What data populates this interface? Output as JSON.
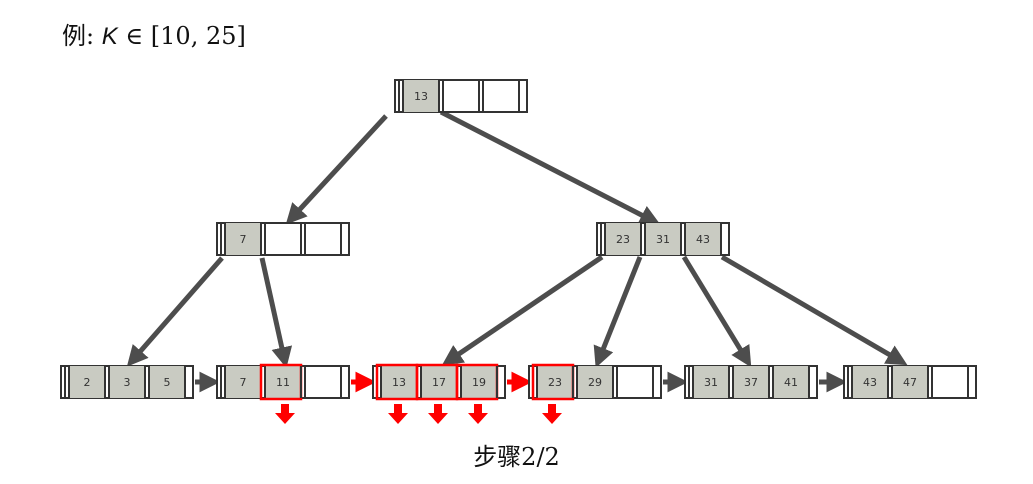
{
  "title": {
    "prefix": "例:",
    "variable": "K",
    "relation": "∈",
    "range": "[10, 25]"
  },
  "caption": "步骤2/2",
  "colors": {
    "cell": "#c9cbc2",
    "border": "#333333",
    "highlight": "#ff0000",
    "edge": "#4d4d4d"
  },
  "tree": {
    "root": {
      "keys": [
        "13"
      ]
    },
    "internal": [
      {
        "keys": [
          "7"
        ]
      },
      {
        "keys": [
          "23",
          "31",
          "43"
        ]
      }
    ],
    "leaves": [
      {
        "keys": [
          "2",
          "3",
          "5"
        ]
      },
      {
        "keys": [
          "7",
          "11"
        ],
        "highlighted_keys": [
          "11"
        ]
      },
      {
        "keys": [
          "13",
          "17",
          "19"
        ],
        "highlighted_keys": [
          "13",
          "17",
          "19"
        ]
      },
      {
        "keys": [
          "23",
          "29"
        ],
        "highlighted_keys": [
          "23"
        ]
      },
      {
        "keys": [
          "31",
          "37",
          "41"
        ]
      },
      {
        "keys": [
          "43",
          "47"
        ]
      }
    ]
  },
  "result_arrows": [
    "11",
    "13",
    "17",
    "19",
    "23"
  ]
}
